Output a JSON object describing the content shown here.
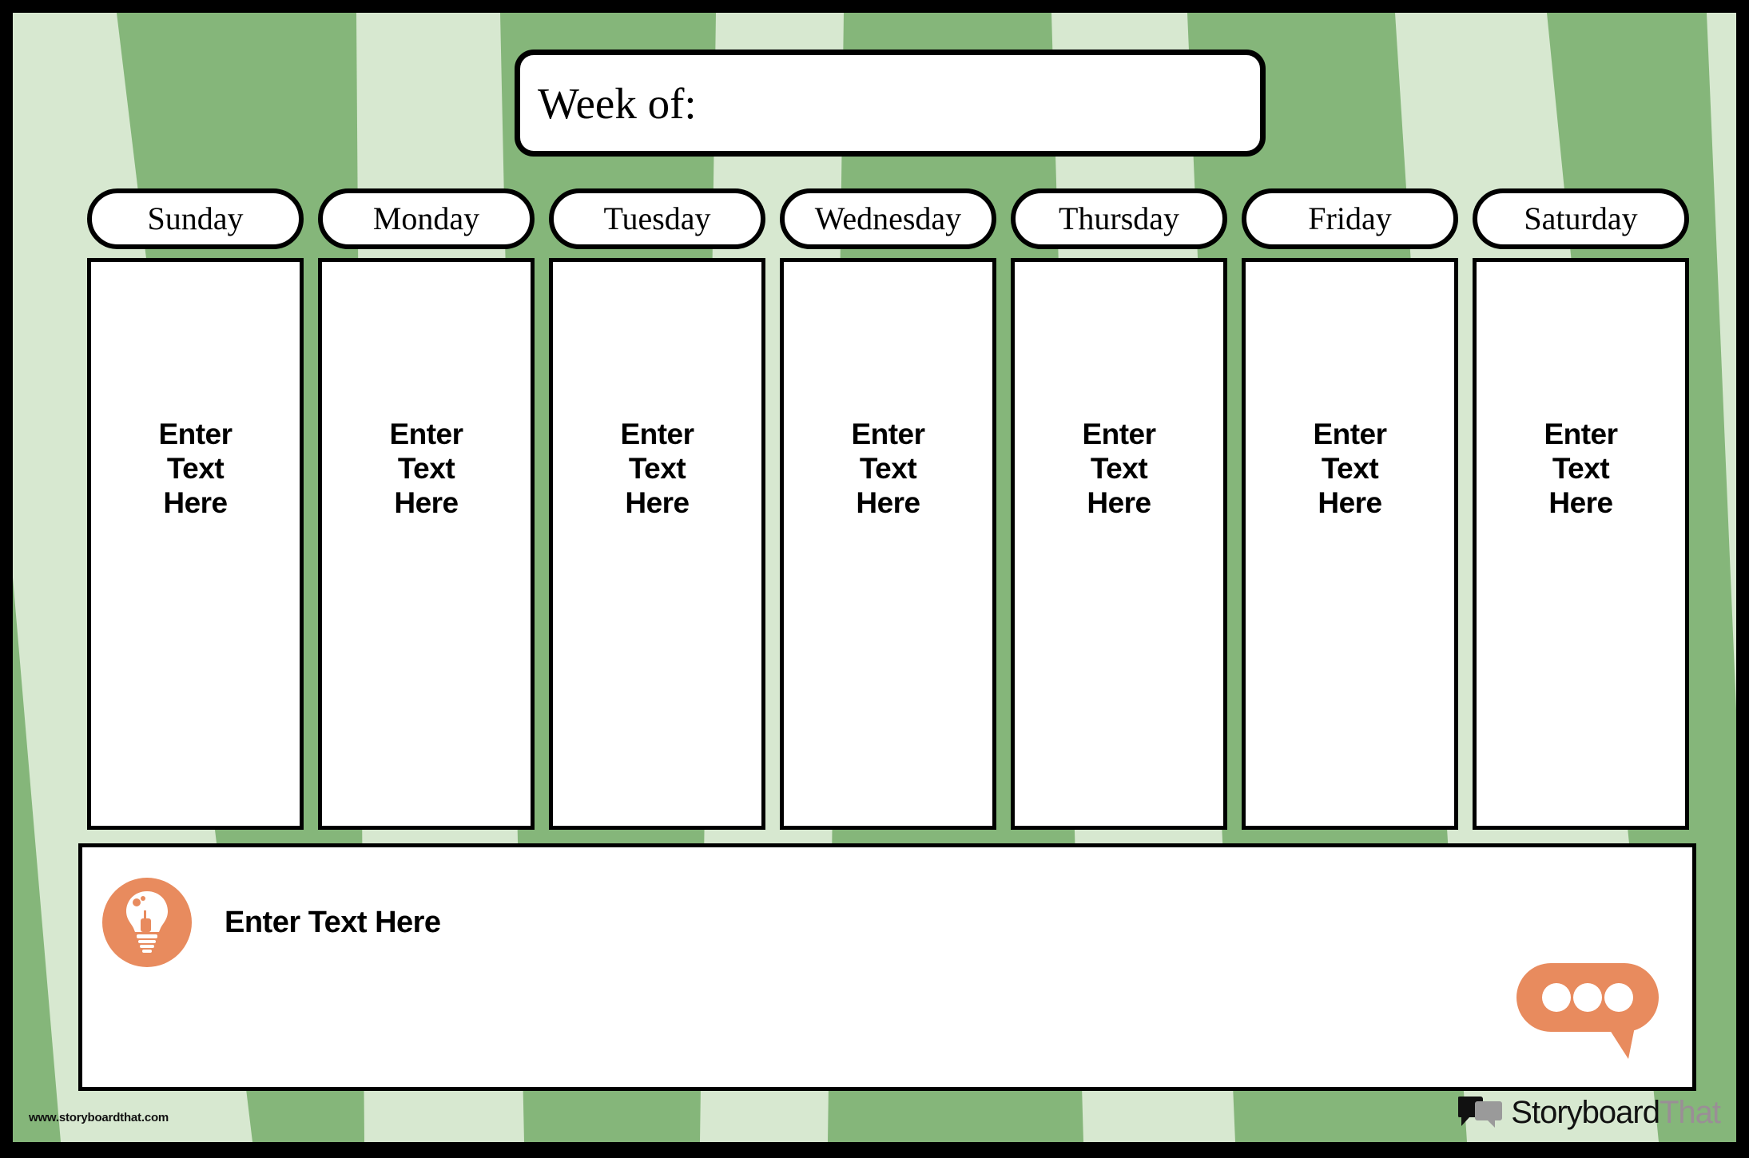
{
  "theme": {
    "green_dark": "#85B67A",
    "green_light": "#D7E8D0",
    "accent_orange": "#E88B5E",
    "ink": "#000000",
    "paper": "#FFFFFF"
  },
  "header": {
    "week_label": "Week of:"
  },
  "days": [
    {
      "name": "Sunday",
      "placeholder": "Enter\nText\nHere"
    },
    {
      "name": "Monday",
      "placeholder": "Enter\nText\nHere"
    },
    {
      "name": "Tuesday",
      "placeholder": "Enter\nText\nHere"
    },
    {
      "name": "Wednesday",
      "placeholder": "Enter\nText\nHere"
    },
    {
      "name": "Thursday",
      "placeholder": "Enter\nText\nHere"
    },
    {
      "name": "Friday",
      "placeholder": "Enter\nText\nHere"
    },
    {
      "name": "Saturday",
      "placeholder": "Enter\nText\nHere"
    }
  ],
  "notes": {
    "icon": "lightbulb-icon",
    "placeholder": "Enter Text Here",
    "decor_icon": "speech-bubble-icon"
  },
  "footer": {
    "watermark": "www.storyboardthat.com",
    "brand_primary": "Storyboard",
    "brand_secondary": "That",
    "brand_icon": "speech-bubbles-logo-icon"
  }
}
